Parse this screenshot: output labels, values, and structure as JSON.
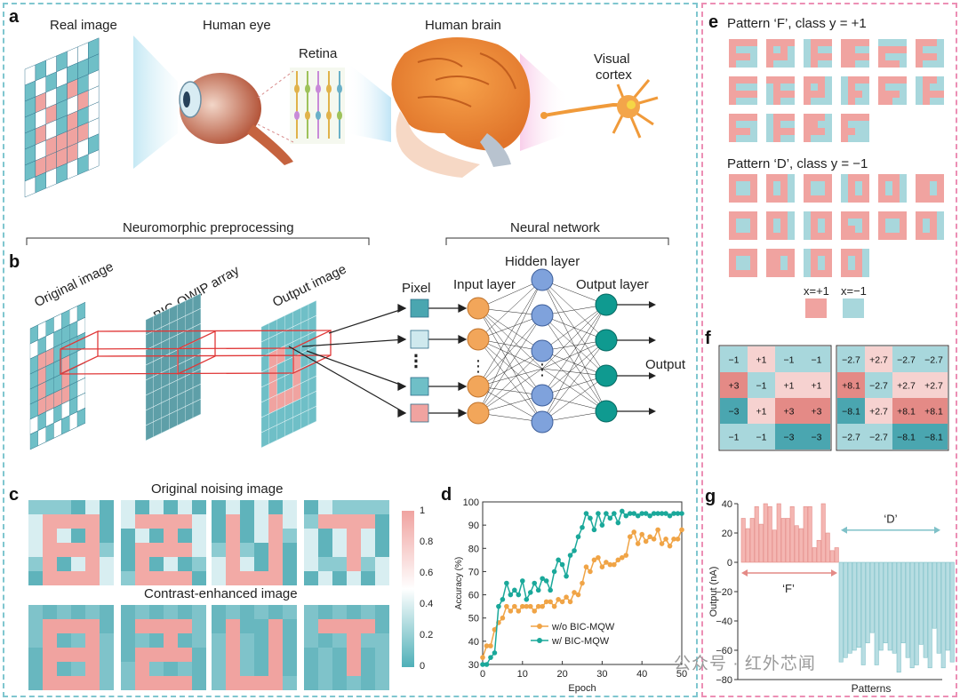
{
  "panel_a": {
    "letter": "a",
    "real_image": "Real image",
    "human_eye": "Human eye",
    "retina": "Retina",
    "human_brain": "Human brain",
    "visual_cortex_1": "Visual",
    "visual_cortex_2": "cortex"
  },
  "panel_b": {
    "letter": "b",
    "neuromorphic": "Neuromorphic preprocessing",
    "neural_network": "Neural network",
    "original_image": "Original image",
    "bic_array": "BIC-QWIP array",
    "output_image": "Output image",
    "pixel": "Pixel",
    "input_layer": "Input layer",
    "hidden_layer": "Hidden layer",
    "output_layer": "Output layer",
    "output": "Output"
  },
  "panel_c": {
    "letter": "c",
    "original_title": "Original noising image",
    "enhanced_title": "Contrast-enhanced image",
    "colorbar_ticks": [
      "1",
      "0.8",
      "0.6",
      "0.4",
      "0.2",
      "0"
    ]
  },
  "panel_d": {
    "letter": "d",
    "ylabel": "Accuracy (%)",
    "xlabel": "Epoch",
    "x_ticks": [
      "0",
      "10",
      "20",
      "30",
      "40",
      "50"
    ],
    "y_ticks": [
      "100",
      "90",
      "80",
      "70",
      "60",
      "50",
      "40",
      "30"
    ],
    "legend_wo": "w/o BIC-MQW",
    "legend_w": "w/ BIC-MQW",
    "color_wo": "#f0a446",
    "color_w": "#1aa89a"
  },
  "panel_e": {
    "letter": "e",
    "pattern_f": "Pattern ‘F’, class y = +1",
    "pattern_d": "Pattern ‘D’, class y = −1",
    "legend_pos": "x=+1",
    "legend_neg": "x=−1",
    "color_pos": "#f0a3a0",
    "color_neg": "#a8d7dc"
  },
  "panel_f": {
    "letter": "f",
    "left_matrix": [
      [
        "−1",
        "+1",
        "−1",
        "−1"
      ],
      [
        "+3",
        "−1",
        "+1",
        "+1"
      ],
      [
        "−3",
        "+1",
        "+3",
        "+3"
      ],
      [
        "−1",
        "−1",
        "−3",
        "−3"
      ]
    ],
    "right_matrix": [
      [
        "−2.7",
        "+2.7",
        "−2.7",
        "−2.7"
      ],
      [
        "+8.1",
        "−2.7",
        "+2.7",
        "+2.7"
      ],
      [
        "−8.1",
        "+2.7",
        "+8.1",
        "+8.1"
      ],
      [
        "−2.7",
        "−2.7",
        "−8.1",
        "−8.1"
      ]
    ]
  },
  "panel_g": {
    "letter": "g",
    "ylabel": "Output (nA)",
    "xlabel": "Patterns",
    "label_f": "‘F’",
    "label_d": "‘D’",
    "y_ticks": [
      "40",
      "20",
      "0",
      "−20",
      "−40",
      "−60",
      "−80"
    ]
  },
  "watermark": "公众号 · 红外芯闻",
  "chart_data": [
    {
      "type": "line",
      "xlabel": "Epoch",
      "ylabel": "Accuracy (%)",
      "xlim": [
        0,
        50
      ],
      "ylim": [
        30,
        100
      ],
      "series": [
        {
          "name": "w/o BIC-MQW",
          "x": [
            0,
            1,
            2,
            3,
            4,
            5,
            6,
            7,
            8,
            9,
            10,
            11,
            12,
            13,
            14,
            15,
            16,
            17,
            18,
            19,
            20,
            21,
            22,
            23,
            24,
            25,
            26,
            27,
            28,
            29,
            30,
            31,
            32,
            33,
            34,
            35,
            36,
            37,
            38,
            39,
            40,
            41,
            42,
            43,
            44,
            45,
            46,
            47,
            48,
            49,
            50
          ],
          "y": [
            33,
            38,
            38,
            45,
            48,
            50,
            55,
            53,
            55,
            53,
            55,
            55,
            55,
            53,
            55,
            55,
            57,
            57,
            55,
            58,
            57,
            59,
            57,
            61,
            60,
            65,
            72,
            70,
            75,
            76,
            72,
            74,
            73,
            73,
            75,
            76,
            77,
            85,
            87,
            82,
            86,
            83,
            85,
            84,
            88,
            82,
            84,
            81,
            84,
            84,
            88
          ]
        },
        {
          "name": "w/ BIC-MQW",
          "x": [
            0,
            1,
            2,
            3,
            4,
            5,
            6,
            7,
            8,
            9,
            10,
            11,
            12,
            13,
            14,
            15,
            16,
            17,
            18,
            19,
            20,
            21,
            22,
            23,
            24,
            25,
            26,
            27,
            28,
            29,
            30,
            31,
            32,
            33,
            34,
            35,
            36,
            37,
            38,
            39,
            40,
            41,
            42,
            43,
            44,
            45,
            46,
            47,
            48,
            49,
            50
          ],
          "y": [
            30,
            30,
            33,
            35,
            55,
            58,
            65,
            60,
            62,
            60,
            66,
            58,
            61,
            65,
            62,
            67,
            66,
            62,
            70,
            75,
            73,
            68,
            77,
            79,
            85,
            89,
            95,
            93,
            88,
            95,
            90,
            95,
            93,
            95,
            91,
            96,
            94,
            95,
            95,
            94,
            95,
            95,
            94,
            95,
            95,
            95,
            95,
            94,
            95,
            95,
            95
          ]
        }
      ]
    },
    {
      "type": "bar",
      "xlabel": "Patterns",
      "ylabel": "Output (nA)",
      "ylim": [
        -80,
        40
      ],
      "series": [
        {
          "name": "‘F’",
          "values": [
            30,
            23,
            30,
            38,
            26,
            40,
            38,
            22,
            40,
            30,
            30,
            38,
            25,
            23,
            38,
            38,
            10,
            15,
            40,
            20,
            8,
            10
          ]
        },
        {
          "name": "‘D’",
          "values": [
            -68,
            -65,
            -62,
            -60,
            -58,
            -70,
            -55,
            -48,
            -70,
            -60,
            -55,
            -60,
            -62,
            -75,
            -55,
            -65,
            -72,
            -70,
            -56,
            -65,
            -72,
            -45,
            -62,
            -72,
            -60,
            -68
          ]
        }
      ]
    }
  ]
}
